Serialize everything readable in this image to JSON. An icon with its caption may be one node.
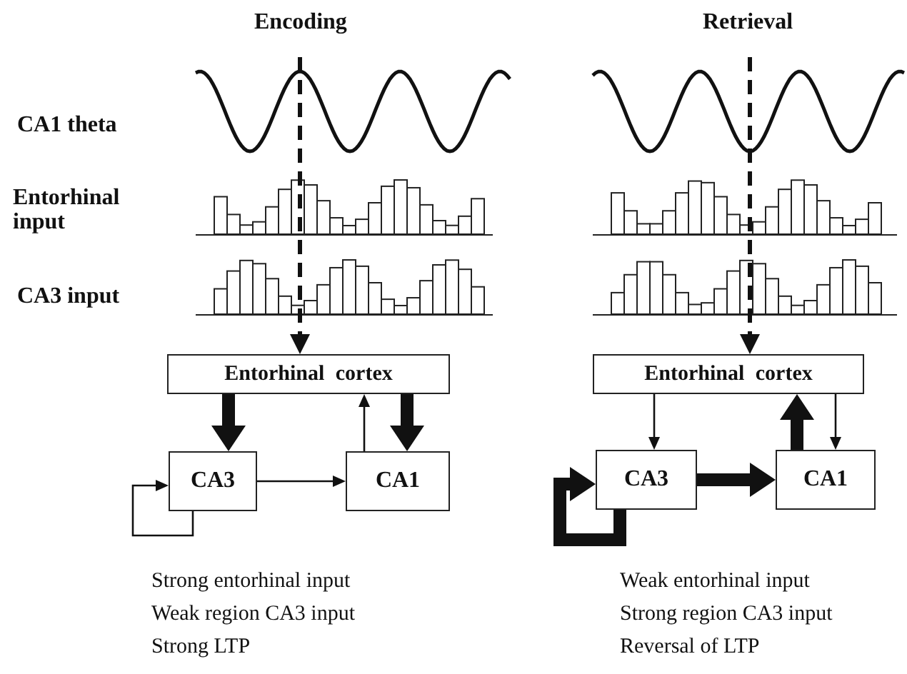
{
  "diagram": {
    "nodes": [
      {
        "text": [
          "Entorhinal cortex"
        ]
      },
      {
        "text": [
          "CA3"
        ]
      },
      {
        "text": [
          "CA1"
        ]
      },
      {
        "text": [
          "Entorhinal cortex"
        ]
      },
      {
        "text": [
          "CA3"
        ]
      },
      {
        "text": [
          "CA1"
        ]
      }
    ],
    "edges": [
      {
        "from": null,
        "to": 0,
        "arrow": "to",
        "style": "dashed"
      },
      {
        "from": 0,
        "to": 1,
        "arrow": "to",
        "style": "thick"
      },
      {
        "from": 1,
        "to": 2,
        "arrow": "to"
      },
      {
        "from": 2,
        "to": 0,
        "arrow": "to"
      },
      {
        "from": 0,
        "to": 2,
        "arrow": "to",
        "style": "thick"
      },
      {
        "from": 1,
        "to": 1,
        "arrow": "to"
      },
      {
        "from": null,
        "to": 3,
        "arrow": "to",
        "style": "dashed"
      },
      {
        "from": 3,
        "to": 4,
        "arrow": "to"
      },
      {
        "from": 4,
        "to": 5,
        "arrow": "to",
        "style": "thick"
      },
      {
        "from": 5,
        "to": 3,
        "arrow": "to",
        "style": "thick"
      },
      {
        "from": 3,
        "to": 5,
        "arrow": "to"
      },
      {
        "from": 4,
        "to": 4,
        "arrow": "to",
        "style": "thick"
      }
    ],
    "labels": [
      "Encoding",
      "Retrieval",
      "CA1 theta",
      "Entorhinal input",
      "CA3 input",
      "Strong entorhinal input",
      "Weak region CA3 input",
      "Strong LTP",
      "Weak entorhinal input",
      "Strong region CA3 input",
      "Reversal of LTP"
    ]
  }
}
